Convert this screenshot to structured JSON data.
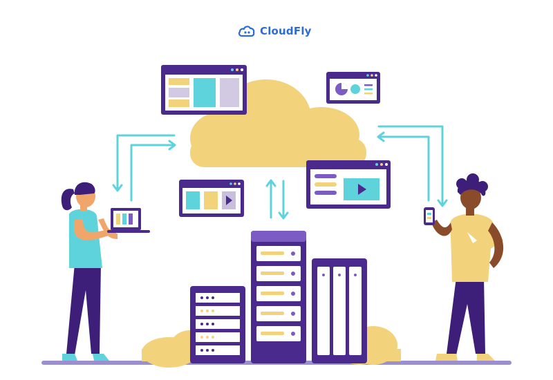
{
  "brand": {
    "name": "CloudFly",
    "logo_icon": "cloud-logo-icon",
    "color": "#2c6cd6"
  },
  "palette": {
    "purple": "#4a2a8c",
    "purple_light": "#7c5cc4",
    "cloud_yellow": "#f2d27a",
    "arrow_cyan": "#5fd3dc",
    "floor": "#9b8fd0"
  },
  "illustration": {
    "people": [
      "woman-with-laptop",
      "man-with-phone"
    ],
    "server_racks": 3,
    "windows": [
      "dashboard-window",
      "chart-window",
      "media-window",
      "video-window"
    ]
  }
}
